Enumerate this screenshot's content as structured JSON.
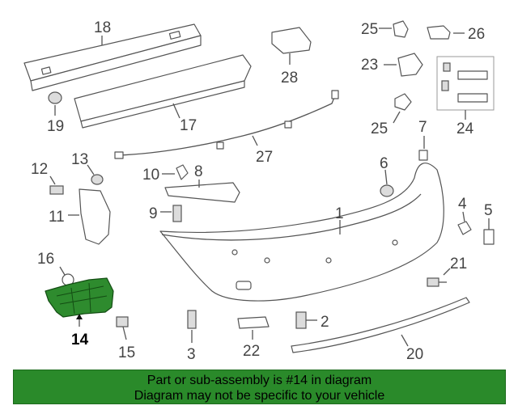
{
  "callouts": {
    "c1": "1",
    "c2": "2",
    "c3": "3",
    "c4": "4",
    "c5": "5",
    "c6": "6",
    "c7": "7",
    "c8": "8",
    "c9": "9",
    "c10": "10",
    "c11": "11",
    "c12": "12",
    "c13": "13",
    "c14": "14",
    "c15": "15",
    "c16": "16",
    "c17": "17",
    "c18": "18",
    "c19": "19",
    "c20": "20",
    "c21": "21",
    "c22": "22",
    "c23": "23",
    "c24": "24",
    "c25a": "25",
    "c25b": "25",
    "c26": "26",
    "c27": "27",
    "c28": "28"
  },
  "highlighted_part": "14",
  "colors": {
    "highlight": "#2e8b2e",
    "banner": "#2a8a2a"
  },
  "banner": {
    "line1": "Part or sub-assembly is #14 in diagram",
    "line2": "Diagram may not be specific to your vehicle"
  }
}
